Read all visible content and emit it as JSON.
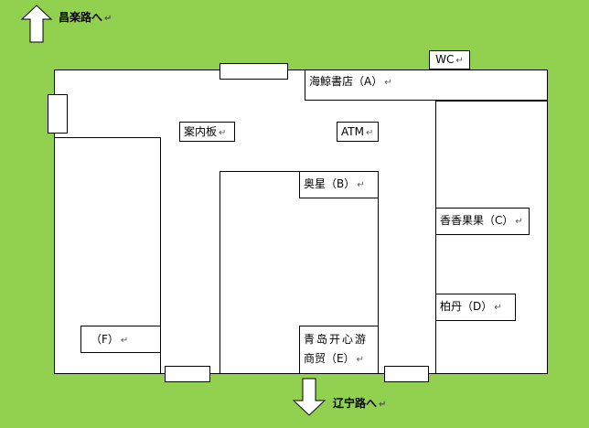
{
  "roads": {
    "north": "昌楽路へ",
    "south": "辽宁路へ"
  },
  "rooms": {
    "wc": "WC",
    "haijing": "海鯨書店（A）",
    "info_board": "案内板",
    "atm": "ATM",
    "aoxing": "奥星（B）",
    "xiangxiang": "香香果果（C）",
    "baidan": "柏丹（D）",
    "qingdao_line1": "青岛开心游",
    "qingdao_line2": "商贸（E）",
    "f": "（F）"
  },
  "para_mark": "↵",
  "colors": {
    "background": "#92d050",
    "floor": "#ffffff",
    "border": "#000000"
  }
}
